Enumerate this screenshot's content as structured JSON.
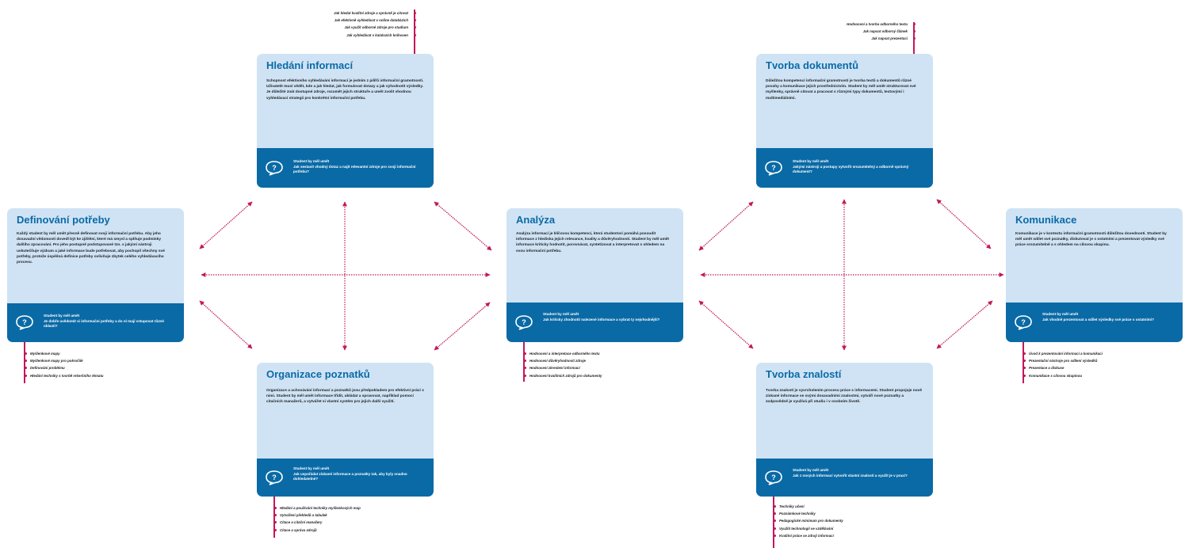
{
  "colors": {
    "card_bg": "#cfe3f5",
    "accent": "#0a6aa6",
    "arrow": "#c2185b"
  },
  "cards": {
    "definovani": {
      "title": "Definování potřeby",
      "body": "Každý student by měl umět přesně definovat svoji informační potřebu. Aby jeho dosavadní vědomosti dovedl být ke zjištění, které má smysl a splňuje podmínky dalšího zpracování. Pro jeho postupně podstupované tzn. s jakými nástroji uskutečňuje výzkum a jaké informace bude potřebovat, aby pochopil všechny své potřeby, protože úspěšná definice potřeby ovlivňuje zbytek celého vyhledávacího procesu.",
      "foot_label": "Student by měl umět",
      "foot": "Je dobře uvědomit si informační potřeby a do ní mají vstupovat různé oblasti?"
    },
    "hledani": {
      "title": "Hledání informací",
      "body": "Schopnost efektivního vyhledávání informací je jedním z pilířů informační gramotnosti. Uživatelé musí vědět, kde a jak hledat, jak formulovat dotazy a jak vyhodnotit výsledky. Je důležité znát dostupné zdroje, rozumět jejich struktuře a umět zvolit vhodnou vyhledávací strategii pro konkrétní informační potřebu.",
      "foot_label": "Student by měl umět",
      "foot": "Jak sestavit vhodný dotaz a najít relevantní zdroje pro svoji informační potřebu?"
    },
    "tvorba_dok": {
      "title": "Tvorba dokumentů",
      "body": "Důležitou kompetencí informační gramotnosti je tvorba textů a dokumentů různé povahy a komunikace jejich prostřednictvím. Student by měl umět strukturovat své myšlenky, správně citovat a pracovat s různými typy dokumentů, textovými i multimediálními.",
      "foot_label": "Student by měl umět",
      "foot": "Jakými nástroji a postupy vytvořit srozumitelný a odborně správný dokument?"
    },
    "analyza": {
      "title": "Analýza",
      "body": "Analýza informací je klíčovou kompetencí, která studentovi pomáhá posoudit informace z hlediska jejich relevance, kvality a důvěryhodnosti. Student by měl umět informace kriticky hodnotit, porovnávat, syntetizovat a interpretovat s ohledem na svou informační potřebu.",
      "foot_label": "Student by měl umět",
      "foot": "Jak kriticky zhodnotit nalezené informace a vybrat ty nejvhodnější?"
    },
    "komunikace": {
      "title": "Komunikace",
      "body": "Komunikace je v kontextu informační gramotnosti důležitou dovedností. Student by měl umět sdílet své poznatky, diskutovat je s ostatními a prezentovat výsledky své práce srozumitelně a s ohledem na cílovou skupinu.",
      "foot_label": "Student by měl umět",
      "foot": "Jak vhodně prezentovat a sdílet výsledky své práce s ostatními?"
    },
    "organizace": {
      "title": "Organizace poznatků",
      "body": "Organizace a uchovávání informací a poznatků jsou předpokladem pro efektivní práci s nimi. Student by měl umět informace třídit, ukládat a spravovat, například pomocí citačních manažerů, a vytvářet si vlastní systém pro jejich další využití.",
      "foot_label": "Student by měl umět",
      "foot": "Jak uspořádat získané informace a poznatky tak, aby byly snadno dohledatelné?"
    },
    "tvorba_zn": {
      "title": "Tvorba znalostí",
      "body": "Tvorba znalostí je vyvrcholením procesu práce s informacemi. Student propojuje nově získané informace se svými dosavadními znalostmi, vytváří nové poznatky a zodpovědně je využívá při studiu i v osobním životě.",
      "foot_label": "Student by měl umět",
      "foot": "Jak z nových informací vytvořit vlastní znalosti a využít je v praxi?"
    }
  },
  "lists": {
    "definovani": [
      "Myšlenkové mapy",
      "Myšlenkové mapy pro pokročilé",
      "Definování problému",
      "Hledání techniky s tvorbě rešeršního tématu"
    ],
    "hledani": [
      "Jak hledat kvalitní zdroje a správně je citovat",
      "Jak efektivně vyhledávat v online databázích",
      "Jak využít odborné zdroje pro studium",
      "Jak vyhledávat v katalozích knihoven"
    ],
    "tvorba_dok": [
      "Hodnocení a tvorba odborného textu",
      "Jak napsat odborný článek",
      "Jak napsat prezentaci"
    ],
    "analyza": [
      "Hodnocení a interpretace odborného textu",
      "Hodnocení důvěryhodnosti zdroje",
      "Hodnocení zkreslení informací",
      "Hodnocení kvalitních zdrojů pro dokumenty"
    ],
    "komunikace": [
      "Úvod k prezentování informací a komunikaci",
      "Prezentační nástroje pro sdílení výsledků",
      "Prezentace a diskuse",
      "Komunikace s cílovou skupinou"
    ],
    "organizace": [
      "Hledání a používání techniky myšlenkových map",
      "Vytváření přehledů a tabulek",
      "Citace a citační manažery",
      "Citace a správa zdrojů"
    ],
    "tvorba_zn": [
      "Techniky učení",
      "Poznámkové techniky",
      "Pedagogické minimum pro dokumenty",
      "Využití technologií ve vzdělávání",
      "Kvalitní práce se zdroji informací"
    ]
  }
}
